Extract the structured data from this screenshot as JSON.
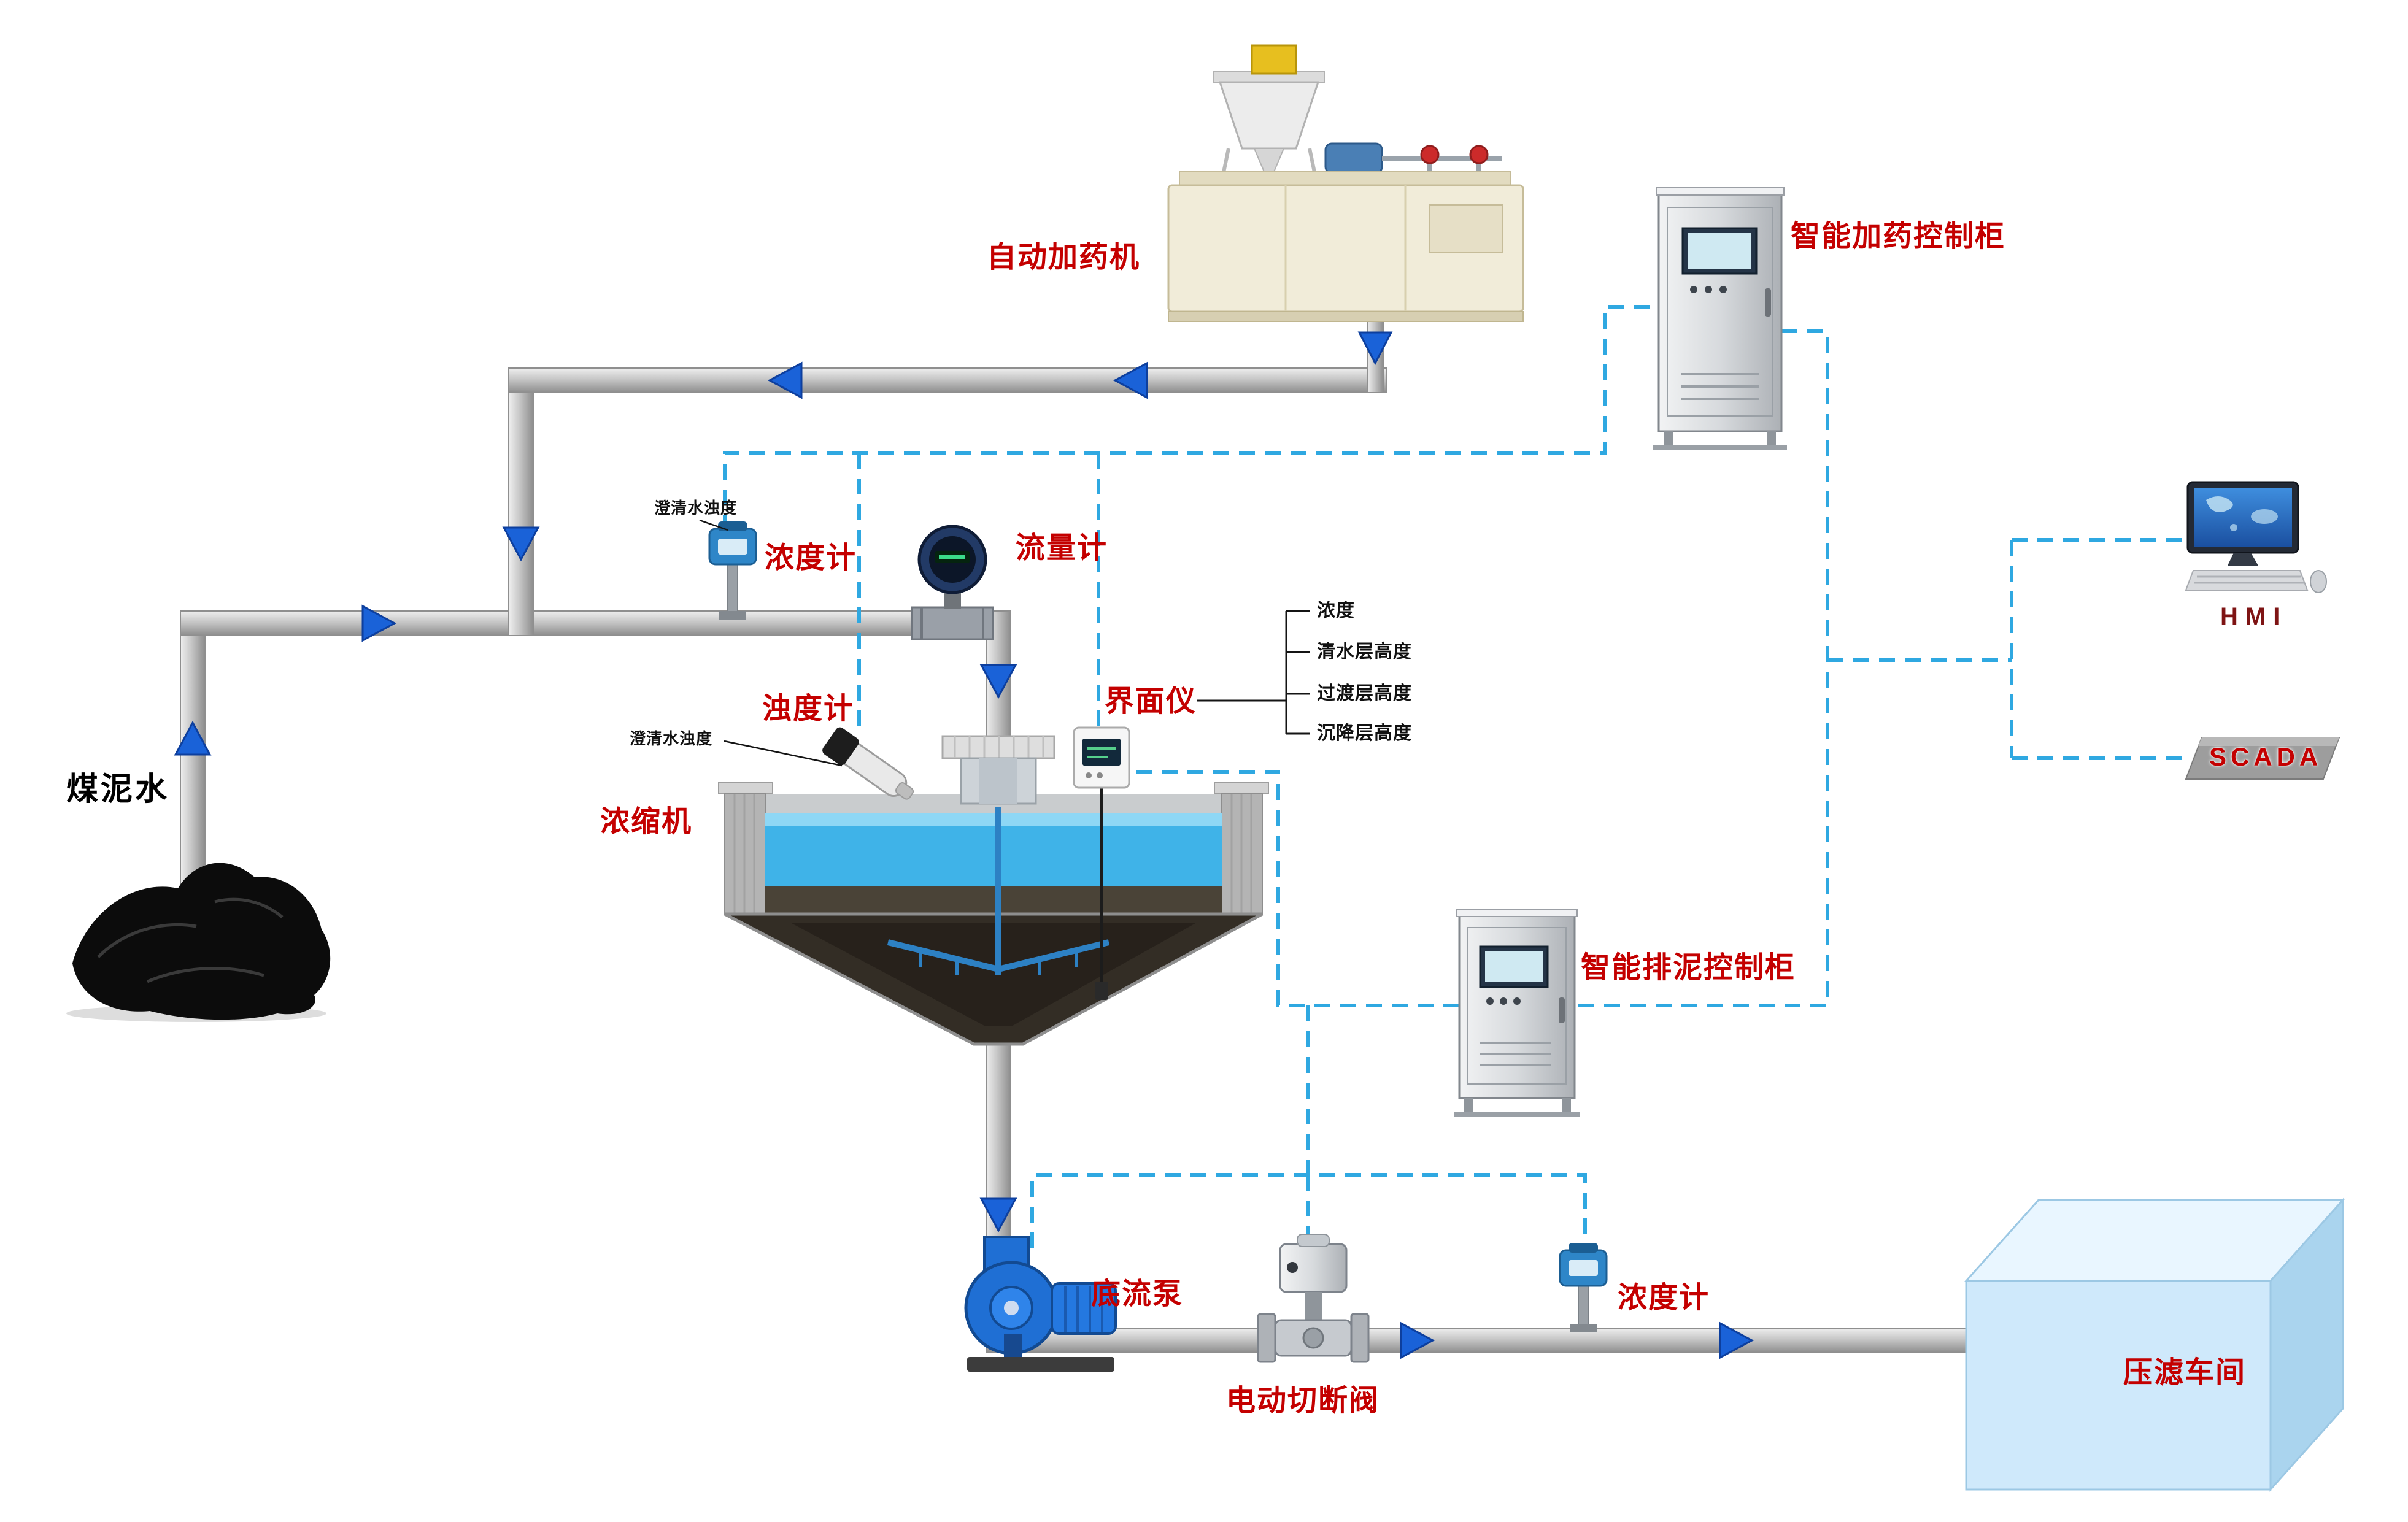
{
  "diagram_type": "process-flow-diagram",
  "colors": {
    "label_red": "#c40000",
    "signal_line_dashed": "#2fa8e1",
    "flow_arrow_blue": "#1a62d8",
    "pipe_gray": "#c2c2c2",
    "water_blue": "#3fb3e8",
    "filter_press_box_blue": "#cfe9fb"
  },
  "sources": {
    "coal_slurry_label": "煤泥水"
  },
  "equipment": {
    "dosing_machine": {
      "label": "自动加药机"
    },
    "dosing_control_cabinet": {
      "label": "智能加药控制柜"
    },
    "mud_discharge_control_cabinet": {
      "label": "智能排泥控制柜"
    },
    "thickener": {
      "label": "浓缩机"
    },
    "underflow_pump": {
      "label": "底流泵"
    },
    "electric_shutoff_valve": {
      "label": "电动切断阀"
    },
    "filter_press_workshop": {
      "label": "压滤车间"
    },
    "hmi": {
      "label": "HMI"
    },
    "scada": {
      "label": "SCADA"
    }
  },
  "instruments": {
    "concentration_meter_top": {
      "label": "浓度计",
      "annotation": "澄清水浊度"
    },
    "flow_meter": {
      "label": "流量计"
    },
    "turbidity_meter": {
      "label": "浊度计",
      "annotation": "澄清水浊度"
    },
    "interface_meter": {
      "label": "界面仪",
      "measurements": [
        "浓度",
        "清水层高度",
        "过渡层高度",
        "沉降层高度"
      ]
    },
    "concentration_meter_bottom": {
      "label": "浓度计"
    }
  }
}
